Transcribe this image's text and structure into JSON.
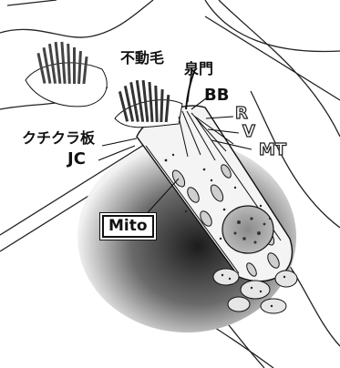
{
  "labels": {
    "immotile_cilia": "不動毛",
    "pore": "泉門",
    "bb": "BB",
    "r": "R",
    "v": "V",
    "mt": "MT",
    "cuticular_plate": "クチクラ板",
    "jc": "JC",
    "mito": "Mito"
  }
}
